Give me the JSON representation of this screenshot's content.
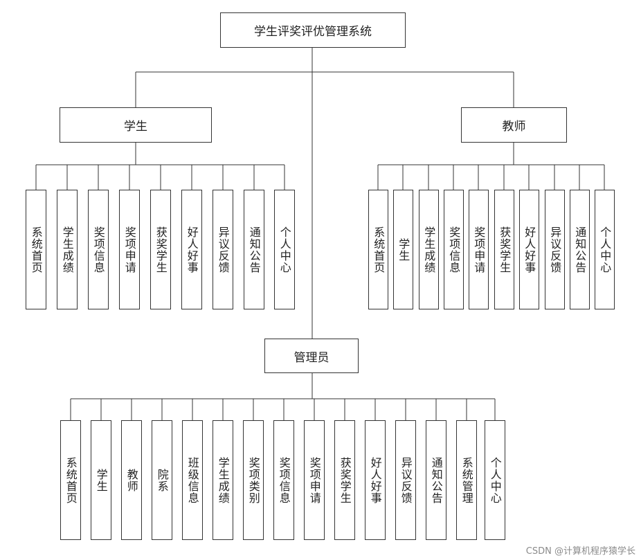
{
  "root": {
    "label": "学生评奖评优管理系统"
  },
  "student": {
    "label": "学生",
    "items": [
      "系统首页",
      "学生成绩",
      "奖项信息",
      "奖项申请",
      "获奖学生",
      "好人好事",
      "异议反馈",
      "通知公告",
      "个人中心"
    ]
  },
  "teacher": {
    "label": "教师",
    "items": [
      "系统首页",
      "学生",
      "学生成绩",
      "奖项信息",
      "奖项申请",
      "获奖学生",
      "好人好事",
      "异议反馈",
      "通知公告",
      "个人中心"
    ]
  },
  "admin": {
    "label": "管理员",
    "items": [
      "系统首页",
      "学生",
      "教师",
      "院系",
      "班级信息",
      "学生成绩",
      "奖项类别",
      "奖项信息",
      "奖项申请",
      "获奖学生",
      "好人好事",
      "异议反馈",
      "通知公告",
      "系统管理",
      "个人中心"
    ]
  },
  "watermark": "CSDN @计算机程序猿学长"
}
